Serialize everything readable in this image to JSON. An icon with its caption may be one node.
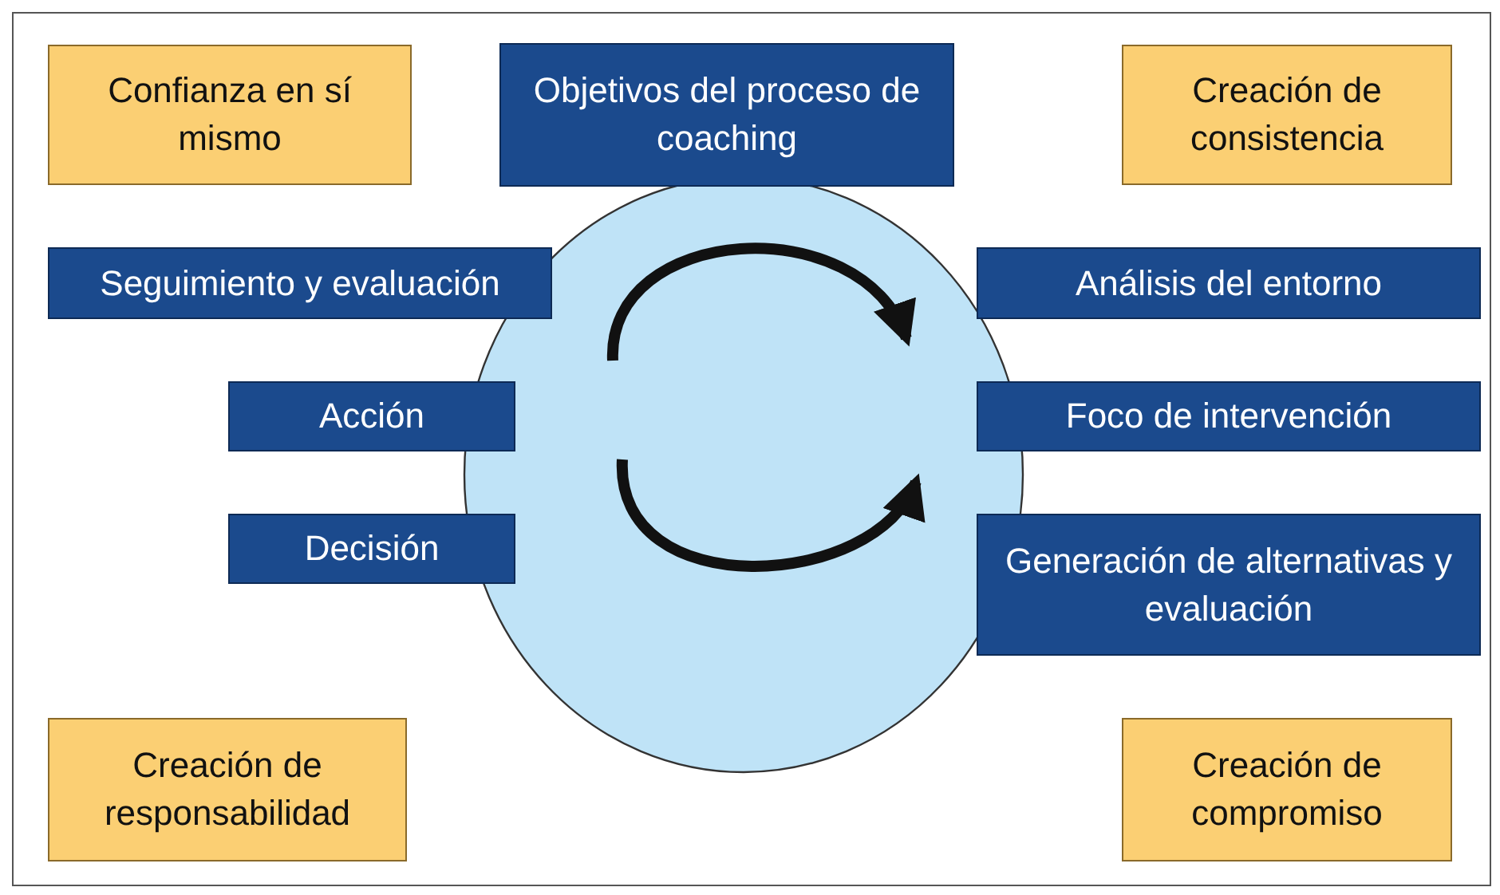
{
  "diagram": {
    "nodes": [
      {
        "text": [
          "Confianza en sí mismo"
        ]
      },
      {
        "text": [
          "Objetivos del proceso de coaching"
        ]
      },
      {
        "text": [
          "Creación de consistencia"
        ]
      },
      {
        "text": [],
        "shape": "circle"
      },
      {
        "text": [
          "Seguimiento y evaluación"
        ]
      },
      {
        "text": [
          "Análisis del entorno"
        ]
      },
      {
        "text": [
          "Acción"
        ]
      },
      {
        "text": [
          "Foco de intervención"
        ]
      },
      {
        "text": [
          "Decisión"
        ]
      },
      {
        "text": [
          "Generación de alternativas y evaluación"
        ]
      },
      {
        "text": [
          "Creación de responsabilidad"
        ]
      },
      {
        "text": [
          "Creación de compromiso"
        ]
      }
    ]
  }
}
